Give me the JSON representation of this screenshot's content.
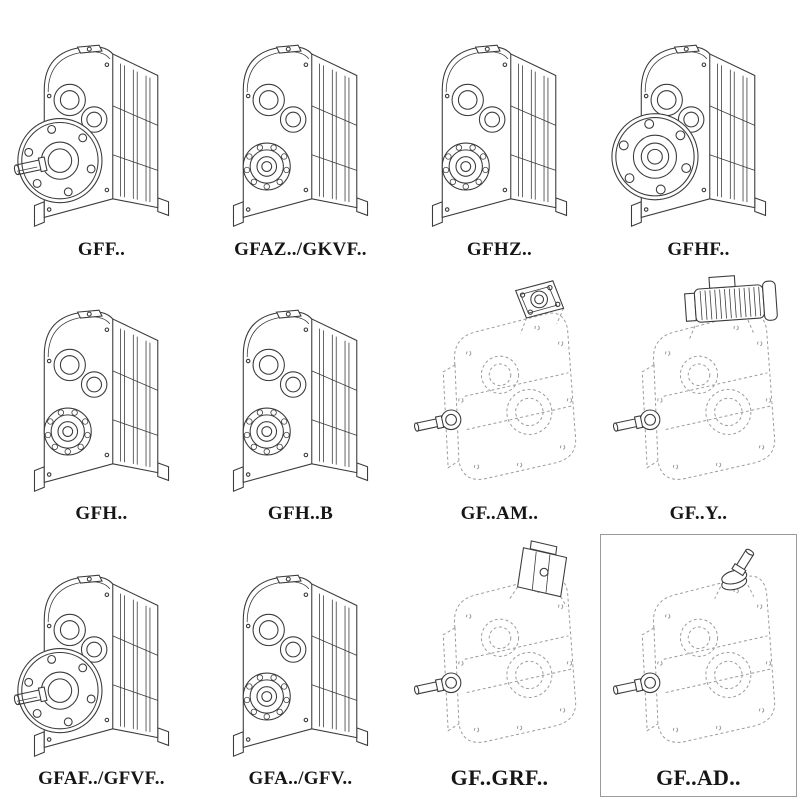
{
  "page": {
    "background": "#ffffff"
  },
  "styles": {
    "line_color": "#3b3b3b",
    "phantom_line_color": "#9a9a9a"
  },
  "grid": {
    "items": [
      {
        "label": "GFF..",
        "drawing": "solid-flange-shaft"
      },
      {
        "label": "GFAZ../GKVF..",
        "drawing": "solid-bearing"
      },
      {
        "label": "GFHZ..",
        "drawing": "solid-bearing"
      },
      {
        "label": "GFHF..",
        "drawing": "solid-flange-hollow"
      },
      {
        "label": "GFH..",
        "drawing": "solid-bearing"
      },
      {
        "label": "GFH..B",
        "drawing": "solid-bearing"
      },
      {
        "label": "GF..AM..",
        "drawing": "phantom-adapter"
      },
      {
        "label": "GF..Y..",
        "drawing": "phantom-motor"
      },
      {
        "label": "GFAF../GFVF..",
        "drawing": "solid-flange-shaft"
      },
      {
        "label": "GFA../GFV..",
        "drawing": "solid-bearing"
      },
      {
        "label": "GF..GRF..",
        "drawing": "phantom-block"
      },
      {
        "label": "GF..AD..",
        "drawing": "phantom-shaft",
        "boxed": true
      }
    ]
  }
}
